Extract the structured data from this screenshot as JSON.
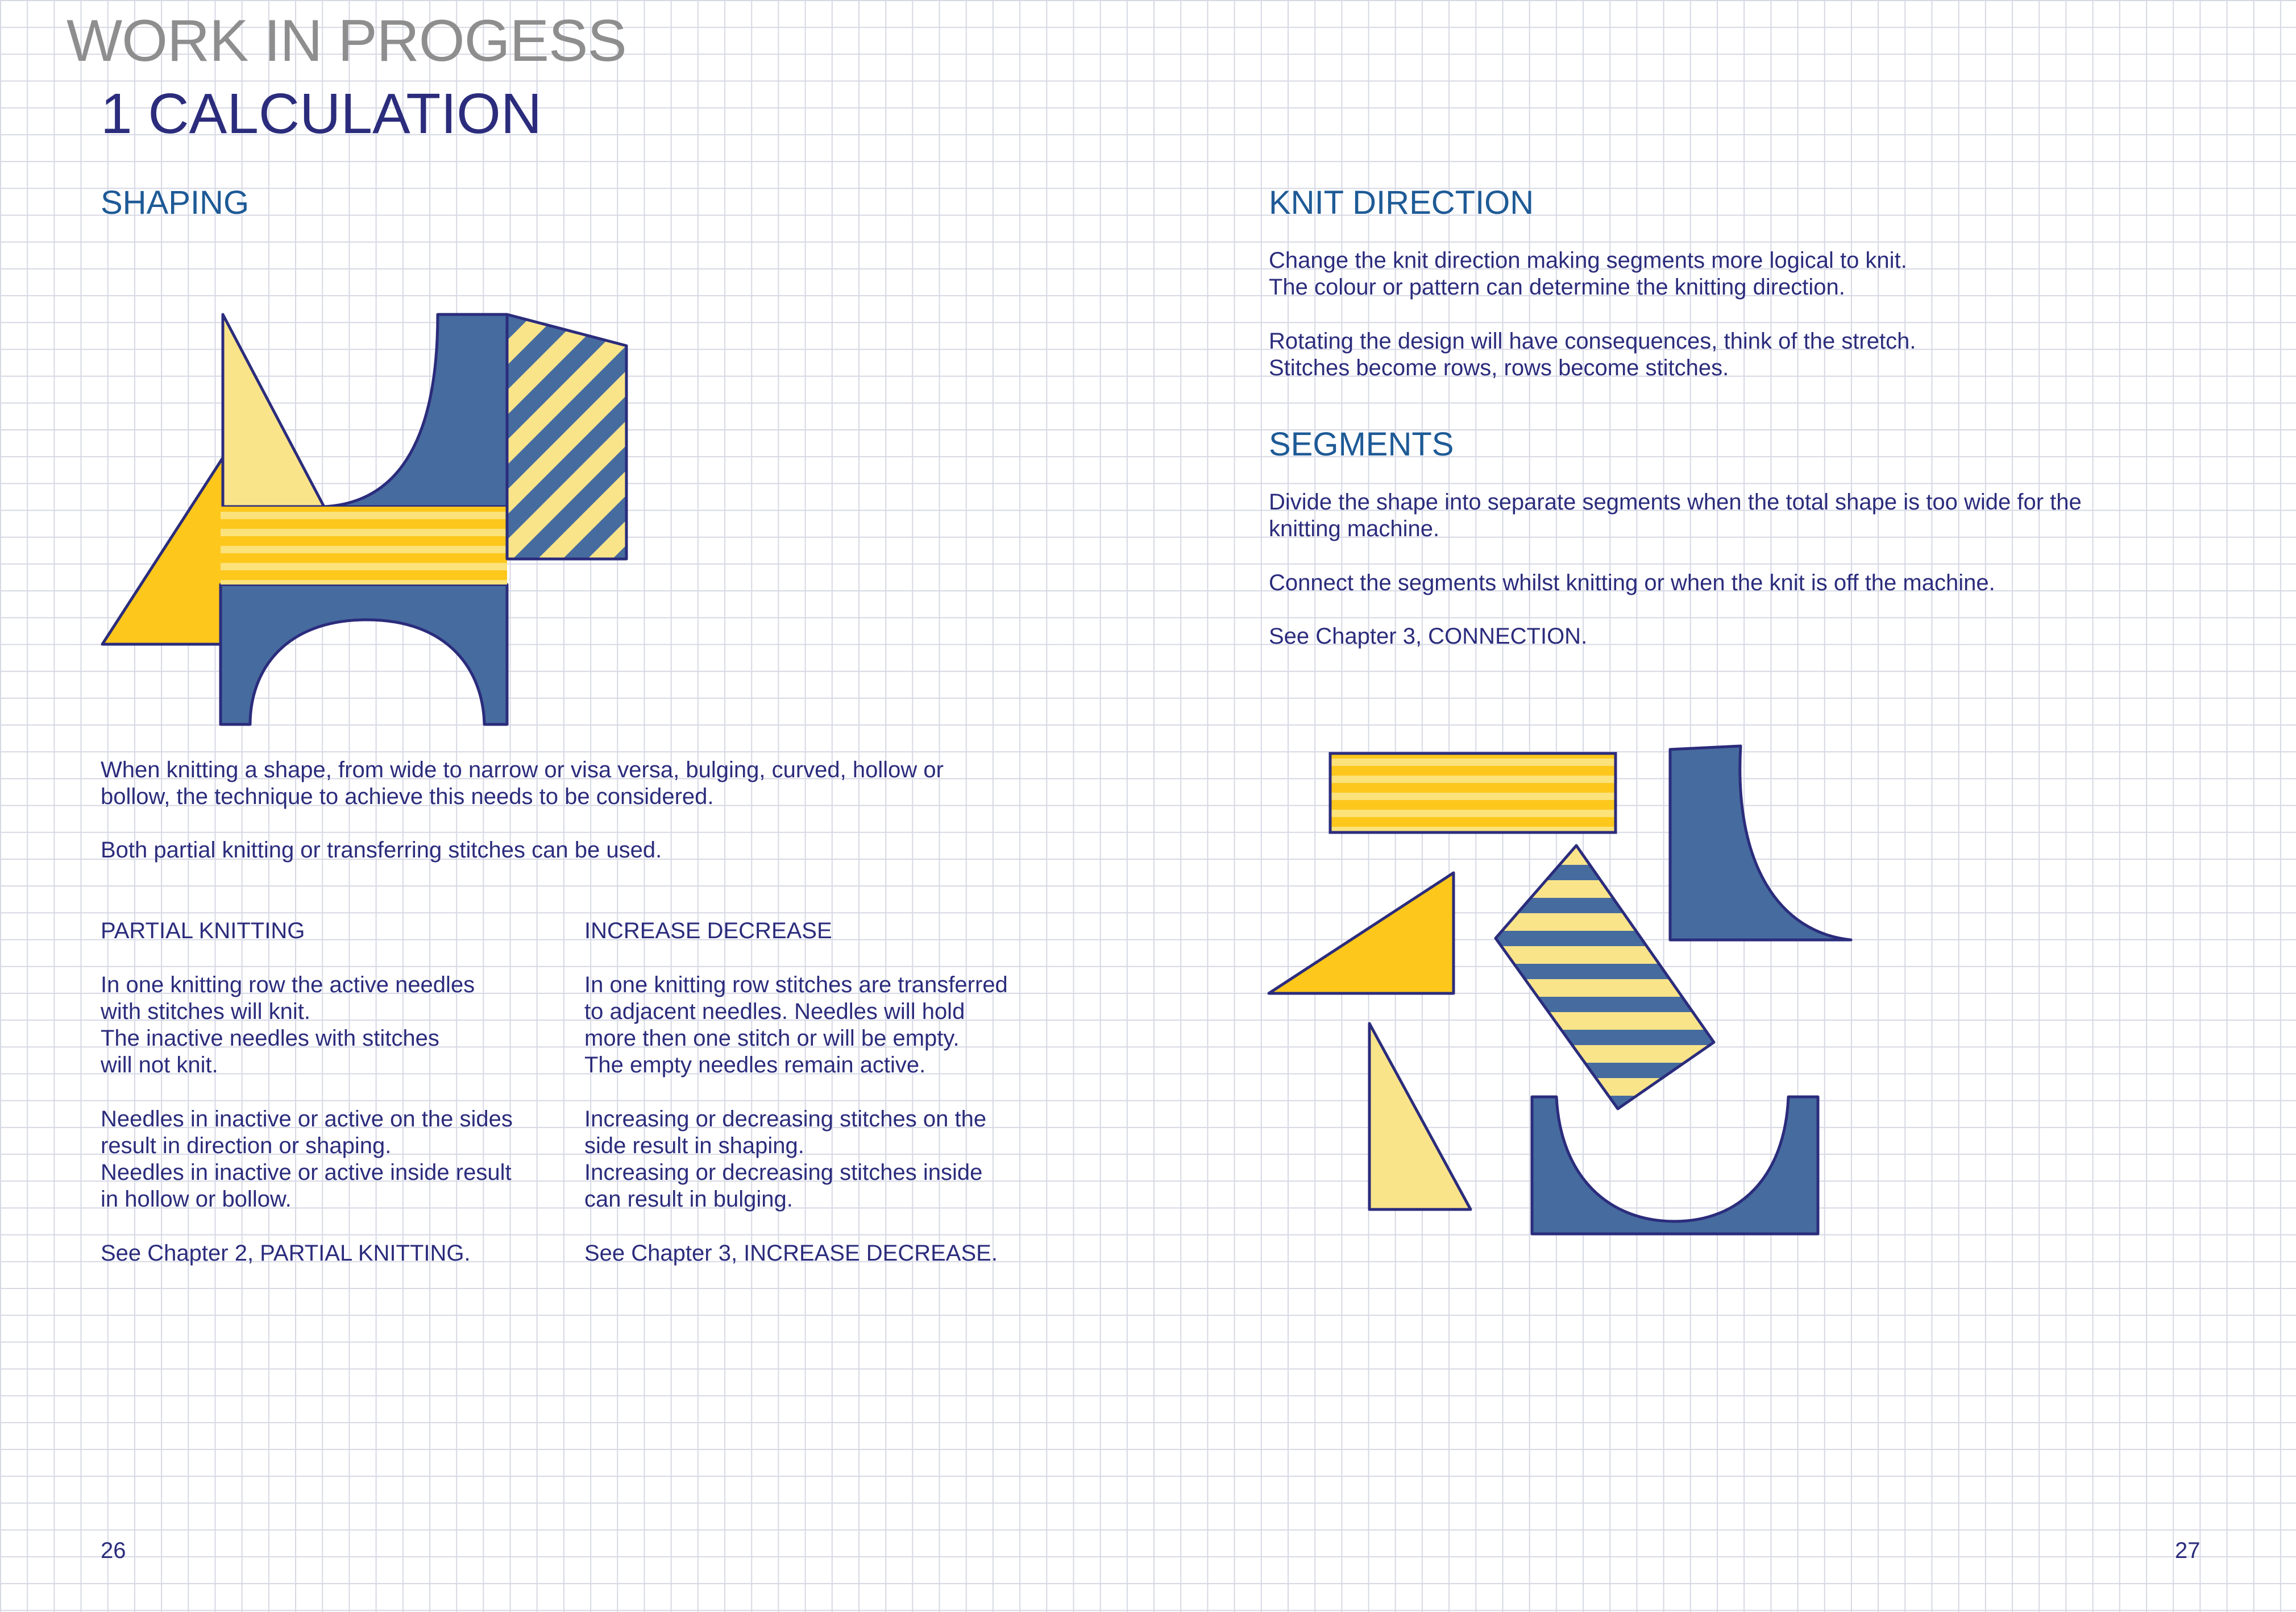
{
  "header": {
    "title": "WORK IN PROGESS",
    "chapter": "1 CALCULATION"
  },
  "left_page": {
    "heading": "SHAPING",
    "intro": [
      "When knitting a shape, from wide to narrow or visa versa, bulging, curved, hollow or\nbollow, the technique to achieve this needs to be considered.",
      "Both partial knitting or transferring stitches can be used."
    ],
    "columns": [
      {
        "title": "PARTIAL KNITTING",
        "paragraphs": [
          "In one knitting row the active needles\nwith stitches will knit.\nThe inactive needles with stitches\nwill not knit.",
          "Needles in inactive or active on the sides\nresult in direction or shaping.\nNeedles in inactive or active inside result\nin hollow or bollow.",
          "See Chapter 2, PARTIAL KNITTING."
        ]
      },
      {
        "title": "INCREASE DECREASE",
        "paragraphs": [
          "In one knitting row stitches are transferred\nto adjacent needles. Needles will hold\nmore then one stitch or will be empty.\nThe empty needles remain active.",
          "Increasing or decreasing stitches on the\nside result in shaping.\nIncreasing or decreasing stitches inside\ncan result in bulging.",
          "See Chapter 3, INCREASE DECREASE."
        ]
      }
    ],
    "page_number": "26"
  },
  "right_page": {
    "sections": [
      {
        "heading": "KNIT DIRECTION",
        "paragraphs": [
          "Change the knit direction making segments more logical to knit.\nThe colour or pattern can determine the knitting direction.",
          "Rotating the design will have consequences, think of the stretch.\nStitches become rows, rows become stitches."
        ]
      },
      {
        "heading": "SEGMENTS",
        "paragraphs": [
          "Divide the shape into separate segments when the total shape is too wide for the\nknitting machine.",
          "Connect the segments whilst knitting or when the knit is off the machine.",
          "See Chapter 3, CONNECTION."
        ]
      }
    ],
    "page_number": "27"
  },
  "colors": {
    "yellow": "#fdc71c",
    "light_yellow": "#f9e48a",
    "stripe_yellow": "#fbe27a",
    "blue": "#466b9f",
    "outline": "#2b2c7c",
    "grid": "#d6d8e4",
    "heading_blue": "#1e5a96",
    "title_gray": "#8e8e8e"
  }
}
